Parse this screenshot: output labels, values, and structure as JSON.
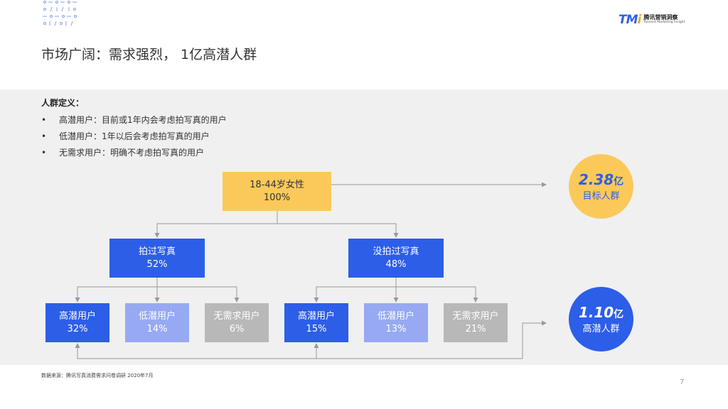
{
  "header": {
    "title": "市场广阔：需求强烈， 1亿高潜人群",
    "logo_mark": "TMi",
    "logo_cn": "腾讯营销洞察",
    "logo_en": "Tencent Marketing Insight"
  },
  "definitions": {
    "title": "人群定义：",
    "items": [
      "高潜用户：目前或1年内会考虑拍写真的用户",
      "低潜用户：1年以后会考虑拍写真的用户",
      "无需求用户：明确不考虑拍写真的用户"
    ]
  },
  "tree": {
    "root": {
      "label": "18-44岁女性",
      "value": "100%"
    },
    "taken": {
      "label": "拍过写真",
      "value": "52%"
    },
    "not_taken": {
      "label": "没拍过写真",
      "value": "48%"
    },
    "taken_children": [
      {
        "label": "高潜用户",
        "value": "32%"
      },
      {
        "label": "低潜用户",
        "value": "14%"
      },
      {
        "label": "无需求用户",
        "value": "6%"
      }
    ],
    "not_taken_children": [
      {
        "label": "高潜用户",
        "value": "15%"
      },
      {
        "label": "低潜用户",
        "value": "13%"
      },
      {
        "label": "无需求用户",
        "value": "21%"
      }
    ]
  },
  "summary": {
    "target": {
      "number": "2.38",
      "unit": "亿",
      "label": "目标人群"
    },
    "high_potential": {
      "number": "1.10",
      "unit": "亿",
      "label": "高潜人群"
    }
  },
  "footer": {
    "source": "数据来源：腾讯写真消费需求问卷调研 2020年7月",
    "page": "7"
  },
  "colors": {
    "accent_blue": "#2d5ee8",
    "accent_yellow": "#fbc95a",
    "light_blue": "#96a9f2",
    "grey": "#b8b8b8"
  }
}
